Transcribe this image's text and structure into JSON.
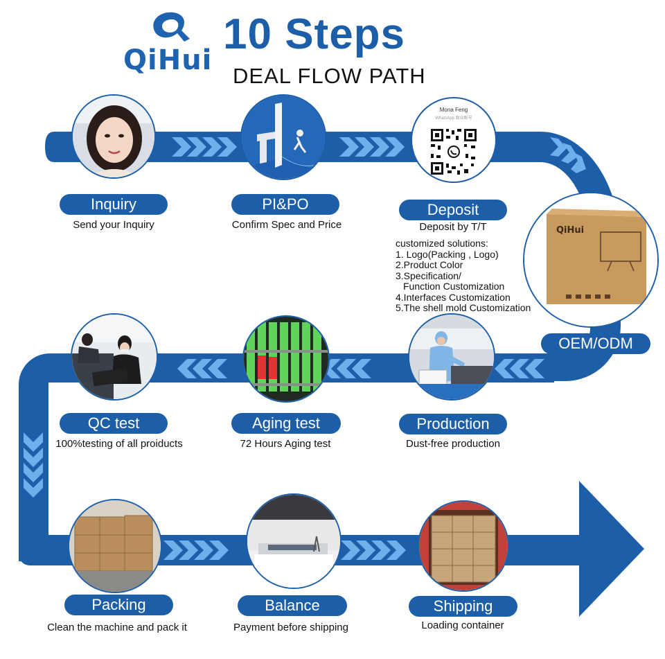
{
  "brand": {
    "name": "QiHui",
    "logo_icon": "qihui-logo-mark"
  },
  "header": {
    "title": "10 Steps",
    "subtitle": "DEAL FLOW PATH"
  },
  "colors": {
    "path_dark": "#1c5ea8",
    "path_light": "#2f7fd0",
    "chevron": "#5aa2e6",
    "pill": "#1c5ea8"
  },
  "steps": [
    {
      "label": "Inquiry",
      "desc": "Send your Inquiry",
      "image": "woman-portrait"
    },
    {
      "label": "PI&PO",
      "desc": "Confirm Spec and Price",
      "image": "monitor-brand-graphic"
    },
    {
      "label": "Deposit",
      "desc": "Deposit by T/T",
      "image": "whatsapp-qr-code"
    },
    {
      "label": "OEM/ODM",
      "desc": "",
      "image": "branded-monitor-box"
    },
    {
      "label": "Production",
      "desc": "Dust-free production",
      "image": "cleanroom-worker"
    },
    {
      "label": "Aging test",
      "desc": "72 Hours Aging test",
      "image": "aging-rack"
    },
    {
      "label": "QC test",
      "desc": "100%testing of all proiducts",
      "image": "qc-workers"
    },
    {
      "label": "Packing",
      "desc": "Clean the machine and pack it",
      "image": "stacked-cartons"
    },
    {
      "label": "Balance",
      "desc": "Payment before shipping",
      "image": "company-reception"
    },
    {
      "label": "Shipping",
      "desc": "Loading container",
      "image": "loaded-container"
    }
  ],
  "qr": {
    "name": "Mona Feng",
    "sub": "WhatsApp 商业账号"
  },
  "box_brand": "QiHui",
  "customization": {
    "heading": "customized solutions:",
    "items": [
      "1. Logo(Packing , Logo)",
      "2.Product  Color",
      "3.Specification/",
      "   Function Customization",
      "4.Interfaces Customization",
      "5.The shell mold Customization"
    ]
  }
}
